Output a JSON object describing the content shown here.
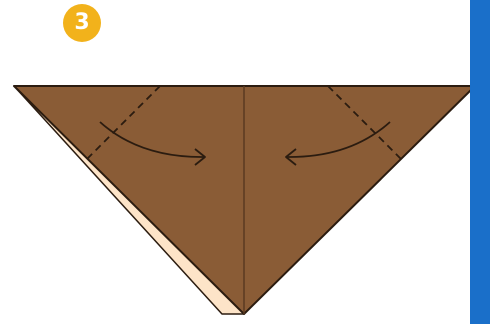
{
  "step": {
    "number": "3",
    "badge_color": "#f2b21b"
  },
  "colors": {
    "paper": "#8a5c36",
    "paper_underside": "#fde4c8",
    "outline": "#2b1c10",
    "fold_line": "#5b3a20",
    "arrow": "#2b1c10",
    "side_bar": "#1a6fc9"
  },
  "icons": {
    "left_arrow": "curved-arrow-right",
    "right_arrow": "curved-arrow-left"
  }
}
